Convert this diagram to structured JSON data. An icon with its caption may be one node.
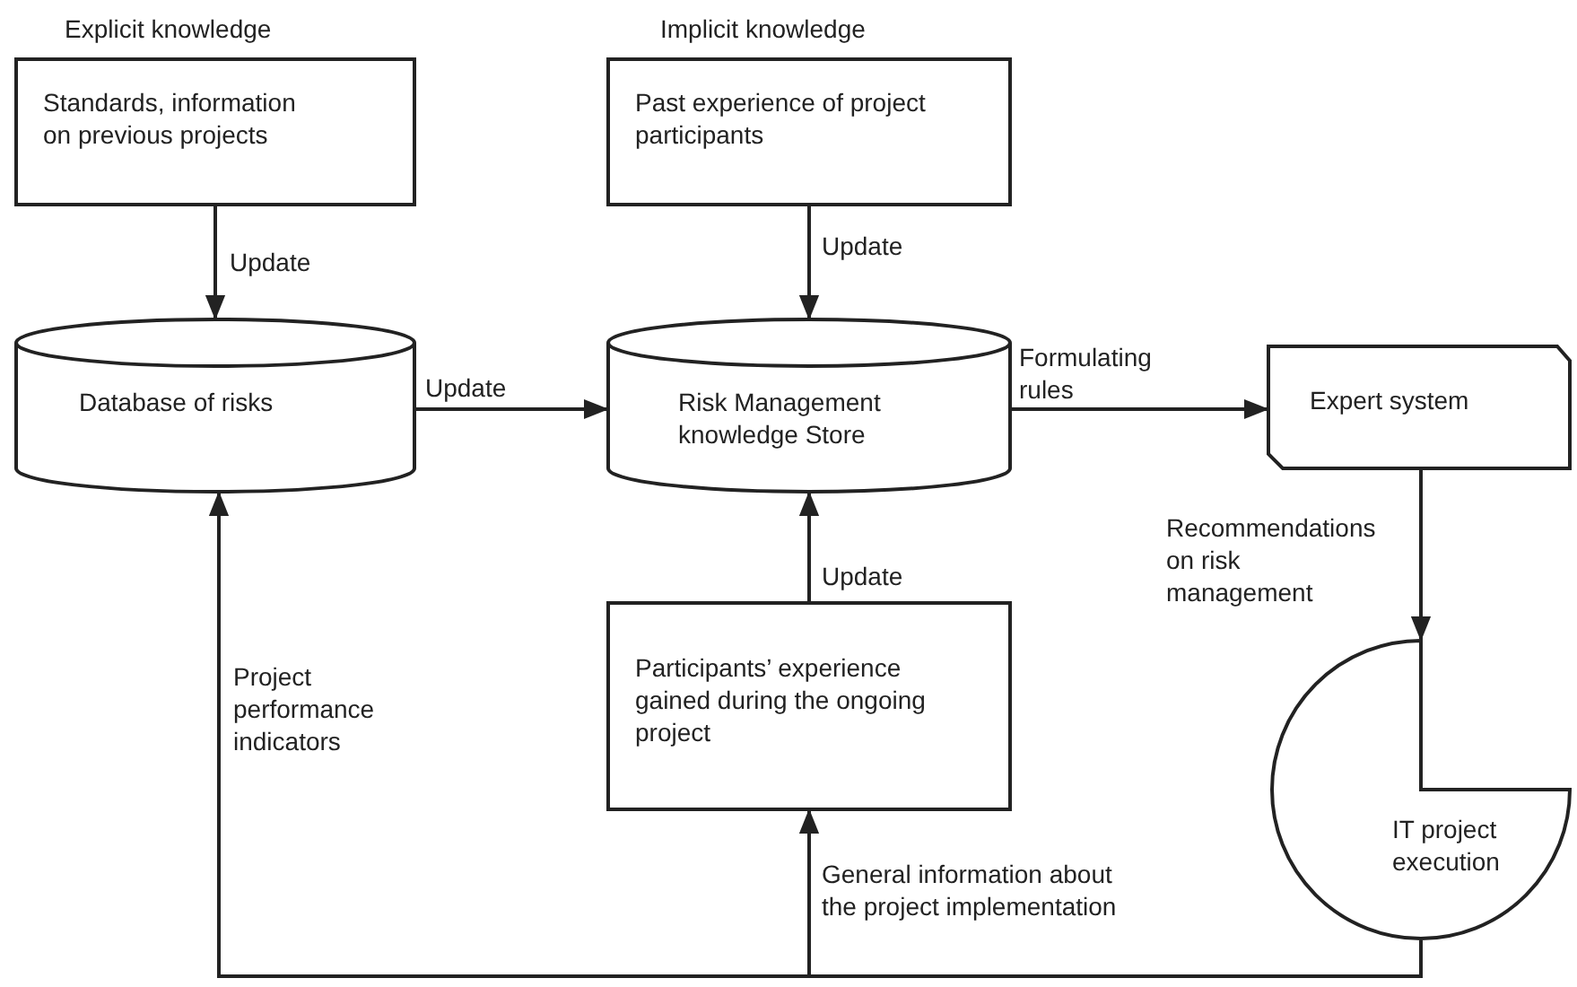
{
  "diagram": {
    "nodes": [
      {
        "text": [
          "Explicit knowledge",
          "Standards, information on previous projects"
        ]
      },
      {
        "text": [
          "Implicit knowledge",
          "Past experience of project participants"
        ]
      },
      {
        "text": [
          "Database of risks"
        ]
      },
      {
        "text": [
          "Risk Management knowledge Store"
        ]
      },
      {
        "text": [
          "Expert system"
        ]
      },
      {
        "text": [
          "Participants’ experience gained during the ongoing project"
        ]
      },
      {
        "text": [
          "IT project execution"
        ]
      }
    ],
    "edges": [
      {
        "from": 0,
        "to": 2,
        "arrow": "to",
        "label": "Update"
      },
      {
        "from": 1,
        "to": 3,
        "arrow": "to",
        "label": "Update"
      },
      {
        "from": 2,
        "to": 3,
        "arrow": "to",
        "label": "Update"
      },
      {
        "from": 3,
        "to": 4,
        "arrow": "to",
        "label": "Formulating rules"
      },
      {
        "from": 4,
        "to": 6,
        "arrow": "to",
        "label": "Recommendations on risk management"
      },
      {
        "from": 5,
        "to": 3,
        "arrow": "to",
        "label": "Update"
      },
      {
        "from": 6,
        "to": 2,
        "arrow": "to",
        "label": "Project performance indicators"
      },
      {
        "from": 6,
        "to": 5,
        "arrow": "to",
        "label": "General information about the project implementation"
      }
    ]
  }
}
